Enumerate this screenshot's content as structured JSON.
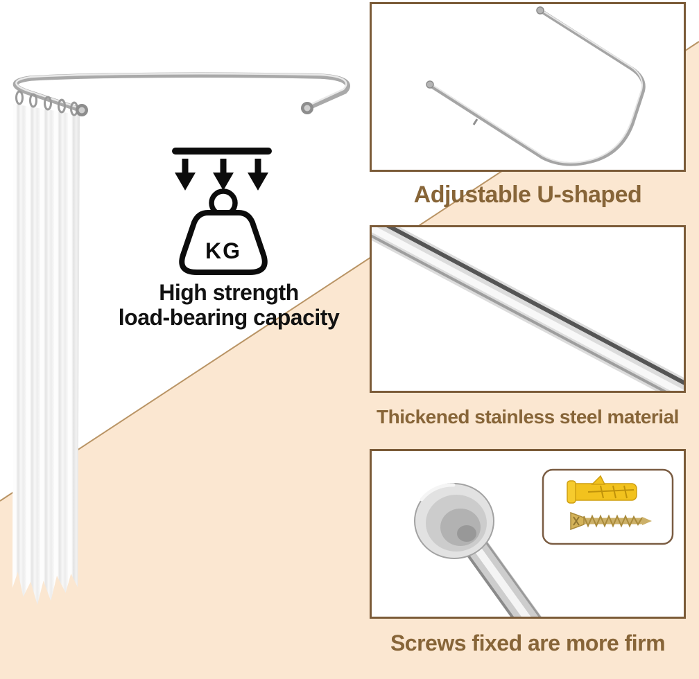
{
  "colors": {
    "peach_background": "#fbe7d1",
    "diagonal_divider": "#b99465",
    "panel_border": "#7b5b38",
    "caption_text": "#876538",
    "headline_text": "#121212",
    "anchor_yellow": "#f2c21e",
    "screw_gold": "#c9ab5e",
    "rod_chrome": "#b9b9b9"
  },
  "hero": {
    "headline_line1": "High strength",
    "headline_line2": "load-bearing capacity",
    "weight_unit": "KG",
    "photo_name": "u-shaped-curtain-rod-with-white-curtain"
  },
  "panels": [
    {
      "caption": "Adjustable U-shaped",
      "photo": "adjustable-u-shaped-rod"
    },
    {
      "caption": "Thickened stainless steel material",
      "photo": "stainless-steel-rod-closeup"
    },
    {
      "caption": "Screws fixed are more firm",
      "photo": "wall-flange-with-anchor-and-screw"
    }
  ]
}
